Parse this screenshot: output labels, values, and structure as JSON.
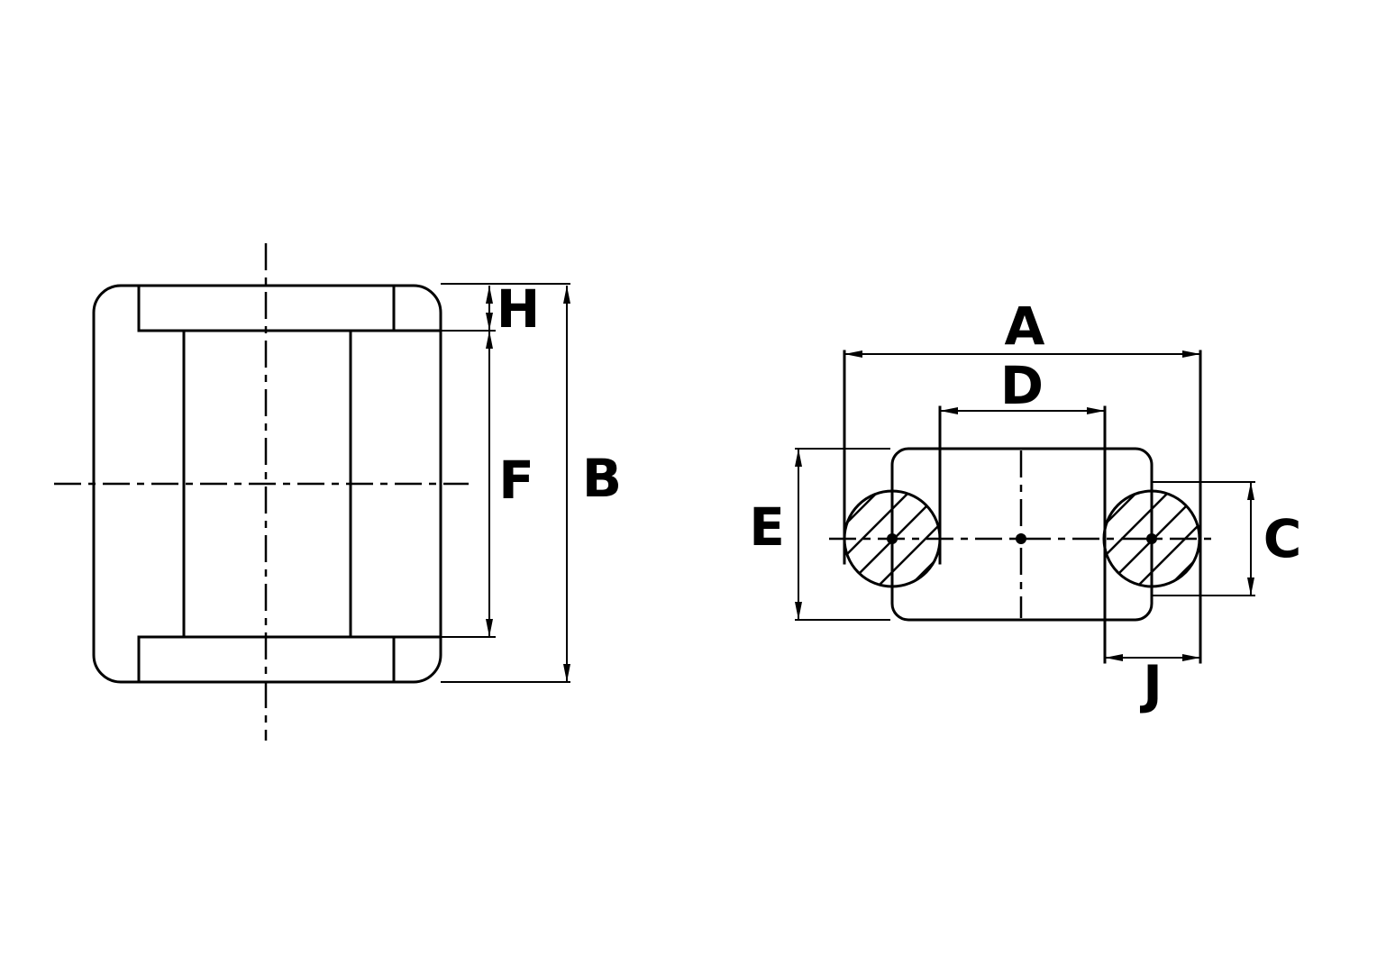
{
  "labels": {
    "H": "H",
    "F": "F",
    "B": "B",
    "A": "A",
    "D": "D",
    "E": "E",
    "C": "C",
    "J": "J"
  },
  "colors": {
    "line": "#000000",
    "background": "#ffffff"
  }
}
